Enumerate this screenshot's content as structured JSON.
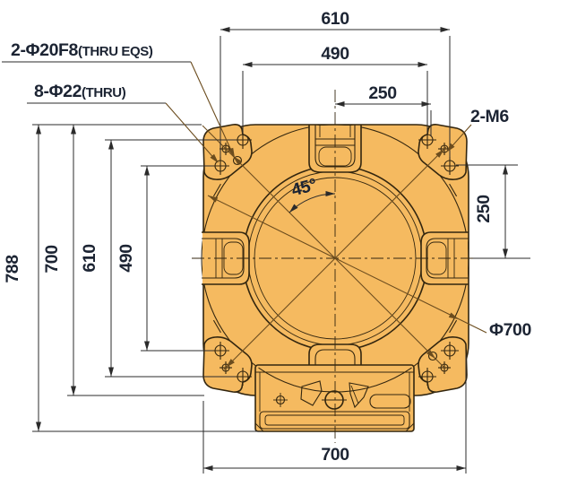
{
  "drawing": {
    "labels": {
      "pin_holes": "2-Φ20F8",
      "pin_holes_note": "(THRU EQS)",
      "bolt_holes": "8-Φ22",
      "bolt_holes_note": "(THRU)",
      "tap_holes": "2-M6",
      "bore_diameter": "Φ700",
      "angle": "45°"
    },
    "dimensions": {
      "top_outer": "610",
      "top_inner": "490",
      "top_half": "250",
      "left_total": "788",
      "left_body": "700",
      "left_outer": "610",
      "left_inner": "490",
      "right_half": "250",
      "bottom_width": "700"
    },
    "colors": {
      "body_fill": "#f5ba60",
      "part_outline": "#33260f",
      "dimension_lines": "#2b2b2b",
      "leader_lines": "#6b4c1e",
      "text": "#1c2433",
      "background": "#ffffff"
    }
  }
}
